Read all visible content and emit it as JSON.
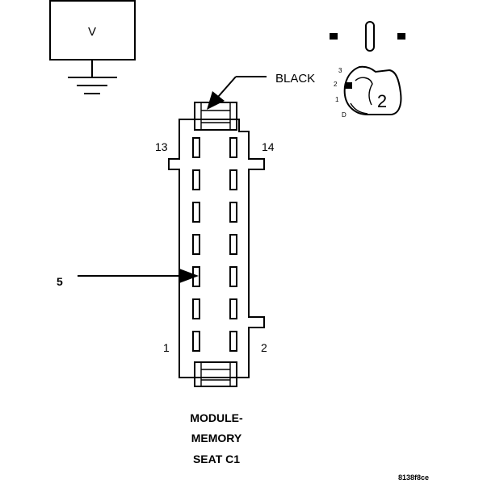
{
  "meter": {
    "symbol": "V"
  },
  "connector": {
    "color_label": "BLACK",
    "pin_top_left": "13",
    "pin_top_right": "14",
    "pin_bottom_left": "1",
    "pin_bottom_right": "2",
    "probe_pin": "5",
    "title_lines": [
      "MODULE-",
      "MEMORY",
      "SEAT C1"
    ]
  },
  "dial": {
    "positions": [
      "3",
      "2",
      "1",
      "D"
    ],
    "setting": "2"
  },
  "figure_id": "8138f8ce"
}
